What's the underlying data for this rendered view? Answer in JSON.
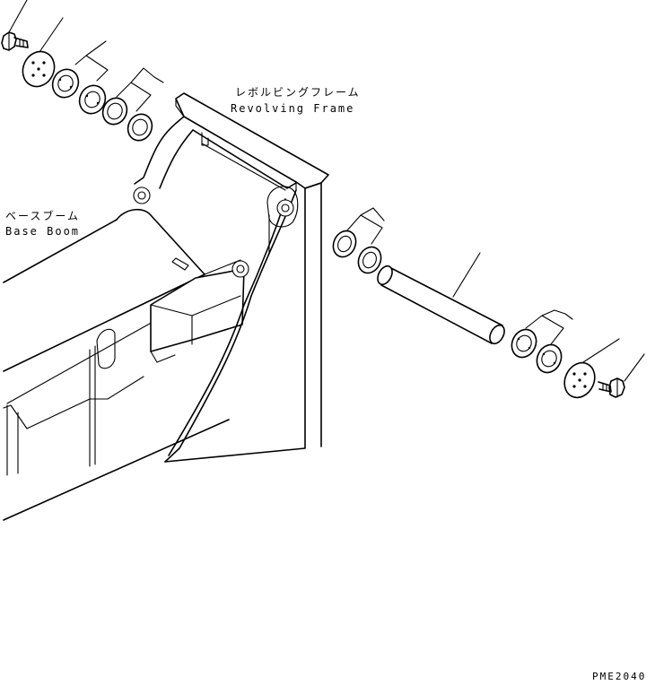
{
  "labels": {
    "revolving_frame_jp": "レボルビングフレーム",
    "revolving_frame_en": "Revolving Frame",
    "base_boom_jp": "ベースブーム",
    "base_boom_en": "Base Boom",
    "drawing_code": "PME2040"
  },
  "parts": [
    {
      "name": "bolt-upper"
    },
    {
      "name": "plate-upper"
    },
    {
      "name": "shim-pair-upper"
    },
    {
      "name": "spacer-pair-upper"
    },
    {
      "name": "spacer-pair-right"
    },
    {
      "name": "pin"
    },
    {
      "name": "shim-pair-right"
    },
    {
      "name": "plate-right"
    },
    {
      "name": "bolt-right"
    }
  ],
  "colors": {
    "line": "#000000",
    "background": "#ffffff"
  }
}
